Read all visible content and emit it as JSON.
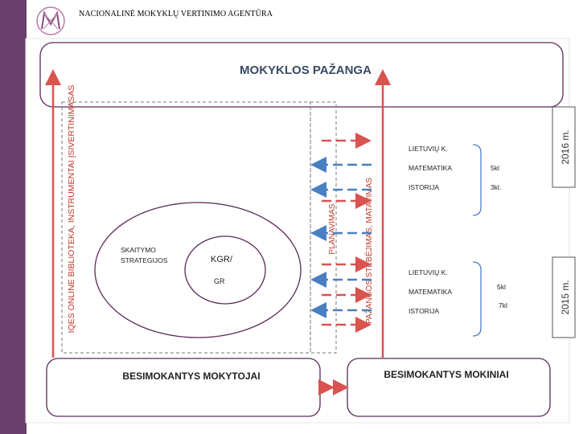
{
  "header": {
    "agency_name": "NACIONALINĖ MOKYKLŲ VERTINIMO AGENTŪRA"
  },
  "diagram": {
    "top_title": "MOKYKLOS PAŽANGA",
    "left_vertical": "IQES ONLINE BIBLIOTEKA, INSTRUMENTAI ĮSIVERTINIMASAS",
    "planning_label": "PLANAVIMAS",
    "monitoring_label": "PAŽANGOS STEBĖJIMAS, MATAVIMAS",
    "year_top": "2016 m.",
    "year_bottom": "2015 m.",
    "ellipse_strategies": [
      "SKAITYMO",
      "STRATEGIJOS"
    ],
    "ellipse_kgr": "KGR/",
    "ellipse_gr": "GR",
    "subjects_top": [
      {
        "name": "LIETUVIŲ K.",
        "grade": ""
      },
      {
        "name": "MATEMATIKA",
        "grade": "5kl"
      },
      {
        "name": "ISTORIJA",
        "grade": "3kl."
      }
    ],
    "subjects_bottom": [
      {
        "name": "LIETUVIŲ K.",
        "grade": ""
      },
      {
        "name": "MATEMATIKA",
        "grade": "5kl"
      },
      {
        "name": "ISTORIJA",
        "grade": "7kl"
      }
    ],
    "bottom_left": "BESIMOKANTYS MOKYTOJAI",
    "bottom_right": "BESIMOKANTYS MOKINIAI",
    "colors": {
      "frame": "#5b2a5b",
      "accent": "#d9534f",
      "blue": "#4a7fc1",
      "text": "#333333"
    }
  }
}
